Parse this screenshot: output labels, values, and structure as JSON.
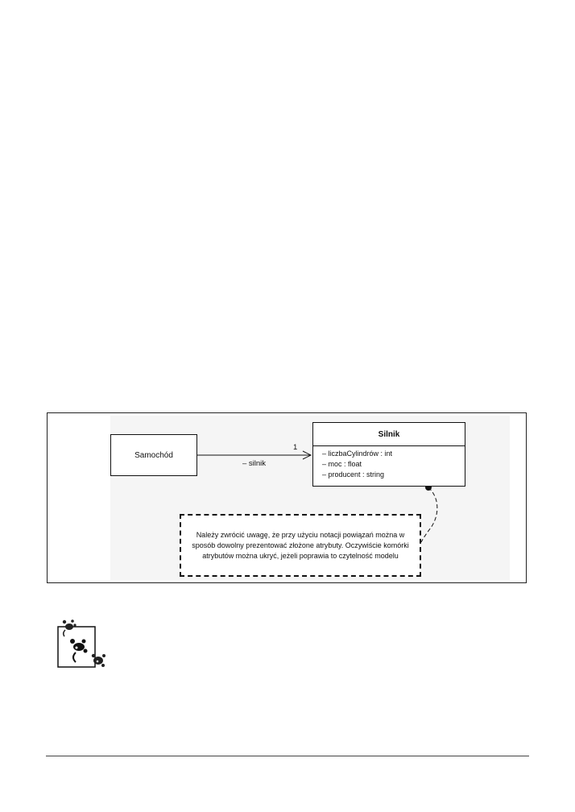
{
  "diagram": {
    "class_samochod": {
      "name": "Samochód"
    },
    "class_silnik": {
      "name": "Silnik",
      "attributes": [
        "– liczbaCylindrów : int",
        "– moc : float",
        "– producent : string"
      ]
    },
    "association": {
      "multiplicity": "1",
      "role": "– silnik"
    },
    "note": {
      "text": "Należy zwrócić uwagę, że przy użyciu notacji powiązań można w sposób dowolny prezentować złożone atrybuty. Oczywiście komórki atrybutów można ukryć, jeżeli poprawia to czytelność modelu"
    }
  },
  "icons": {
    "tip": "scorpion-tip-icon"
  }
}
